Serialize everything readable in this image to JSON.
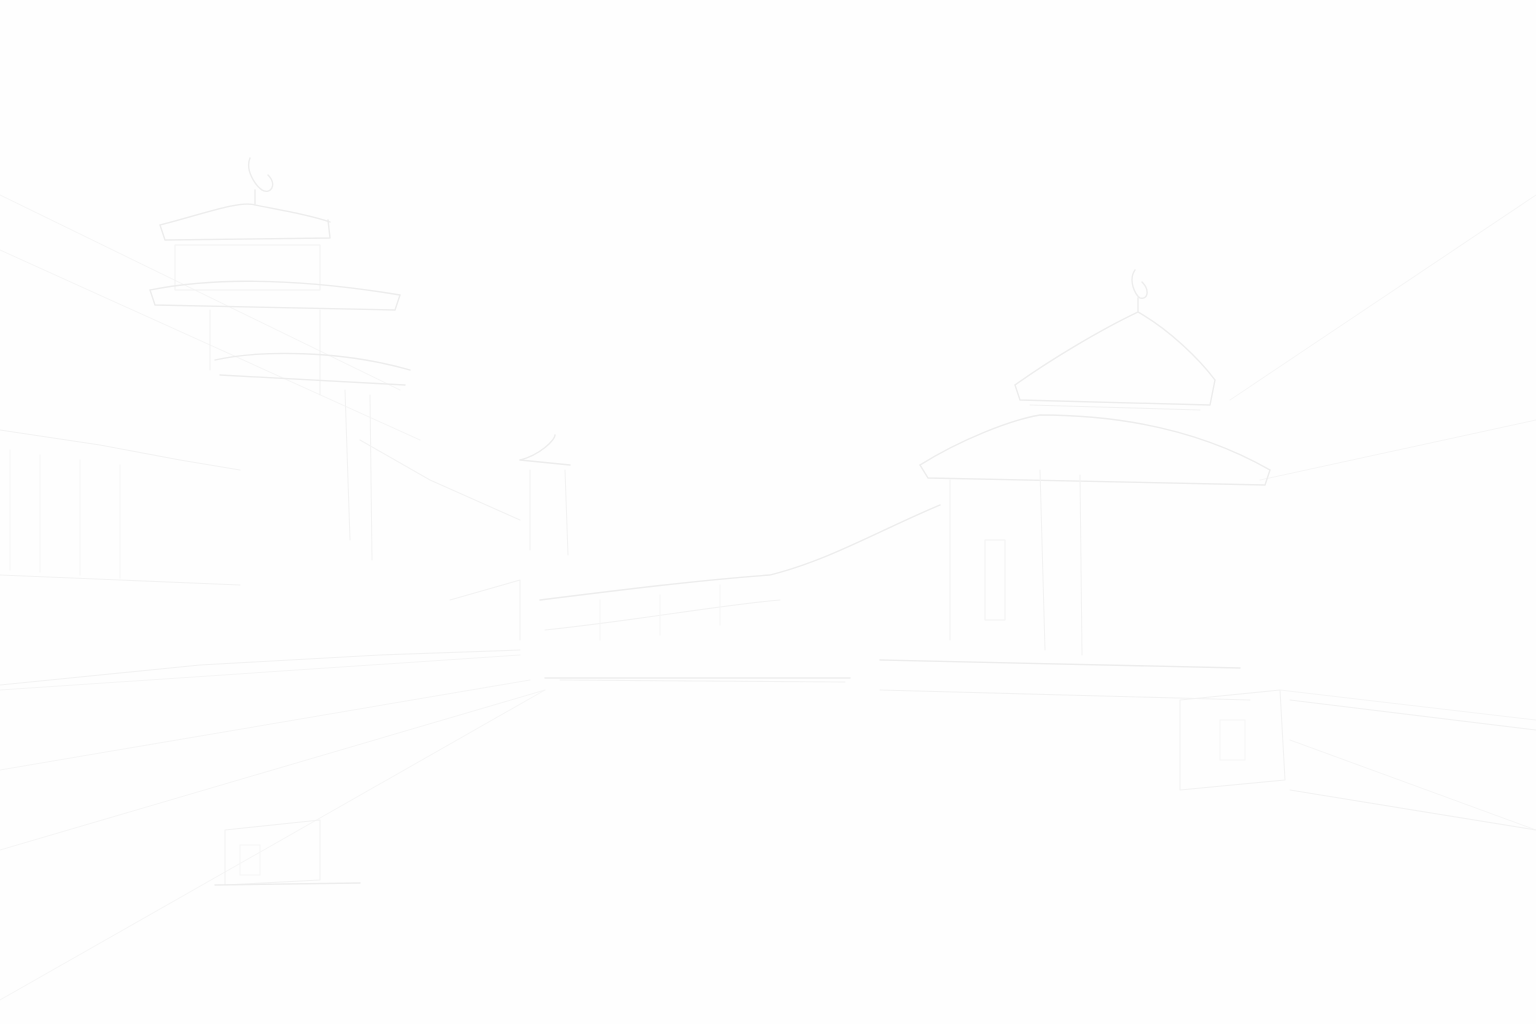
{
  "colors": {
    "background": "#fefefe",
    "line": "#ededed",
    "line_light": "#f3f3f3",
    "line_faint": "#f6f6f6"
  },
  "elements": {
    "left_pagoda": "left-pagoda-drawing",
    "right_pagoda": "right-pagoda-drawing",
    "great_wall": "great-wall-drawing",
    "watchtowers": "watchtower-drawings"
  }
}
